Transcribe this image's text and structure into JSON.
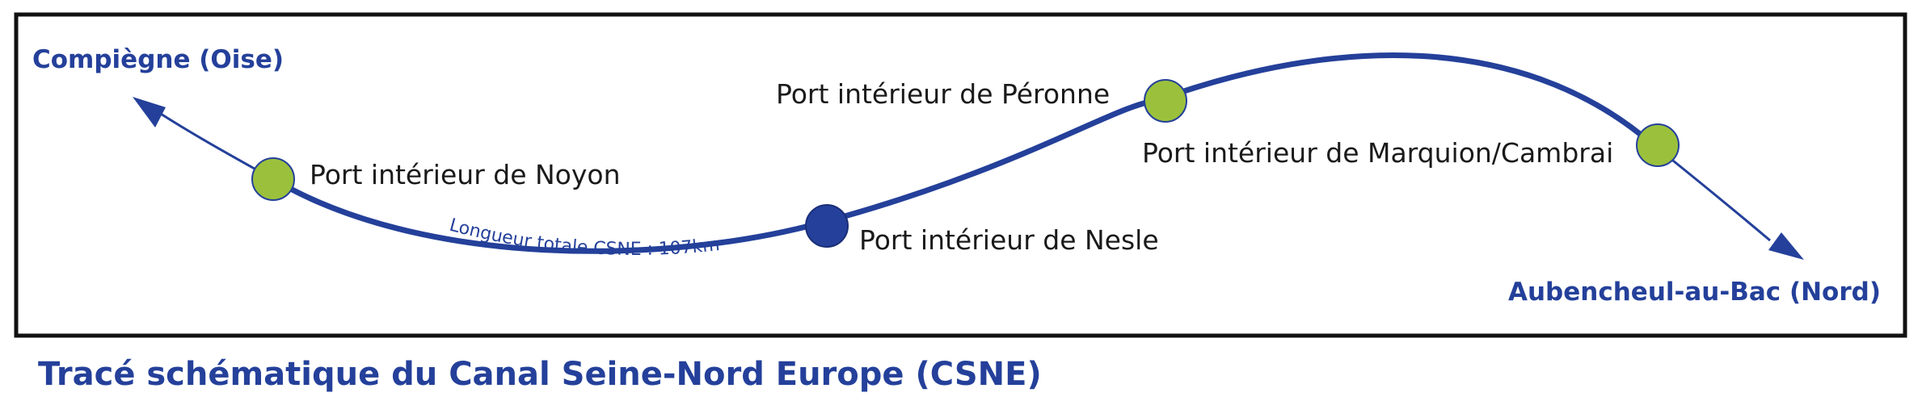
{
  "diagram": {
    "endpoints": {
      "start": "Compiègne (Oise)",
      "end": "Aubencheul-au-Bac (Nord)"
    },
    "ports": [
      {
        "label": "Port intérieur de Noyon",
        "type": "green"
      },
      {
        "label": "Port intérieur de Nesle",
        "type": "blue"
      },
      {
        "label": "Port intérieur de Péronne",
        "type": "green"
      },
      {
        "label": "Port intérieur de Marquion/Cambrai",
        "type": "green"
      }
    ],
    "length_label": "Longueur totale CSNE : 107km",
    "caption": "Tracé schématique du Canal Seine-Nord Europe (CSNE)"
  },
  "colors": {
    "route": "#24409a",
    "green_port": "#9bc13c",
    "blue_port": "#24409a",
    "frame": "#111111",
    "label_text": "#1a1a1a"
  }
}
